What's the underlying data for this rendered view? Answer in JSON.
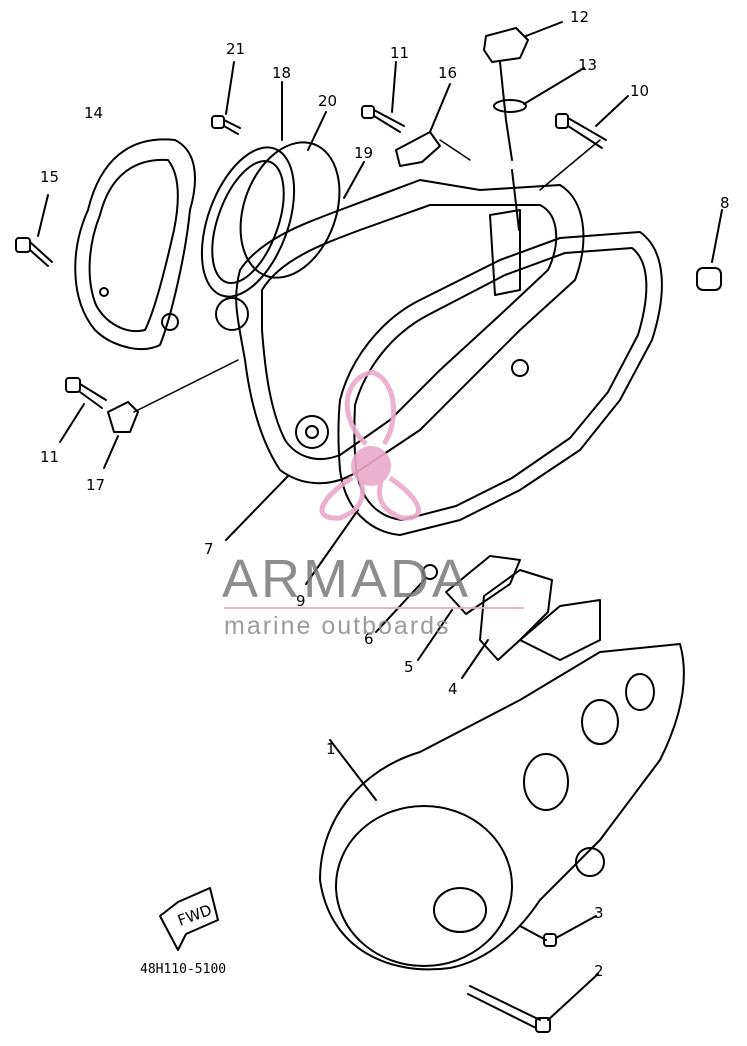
{
  "diagram": {
    "part_number": "48H110-5100",
    "fwd_label": "FWD",
    "callouts": [
      "1",
      "2",
      "3",
      "4",
      "5",
      "6",
      "7",
      "8",
      "9",
      "10",
      "11",
      "11",
      "12",
      "13",
      "14",
      "15",
      "16",
      "17",
      "18",
      "19",
      "20",
      "21"
    ]
  },
  "watermark": {
    "title": "ARMADA",
    "subtitle": "marine outboards",
    "accent_color": "#e9a9c9"
  }
}
